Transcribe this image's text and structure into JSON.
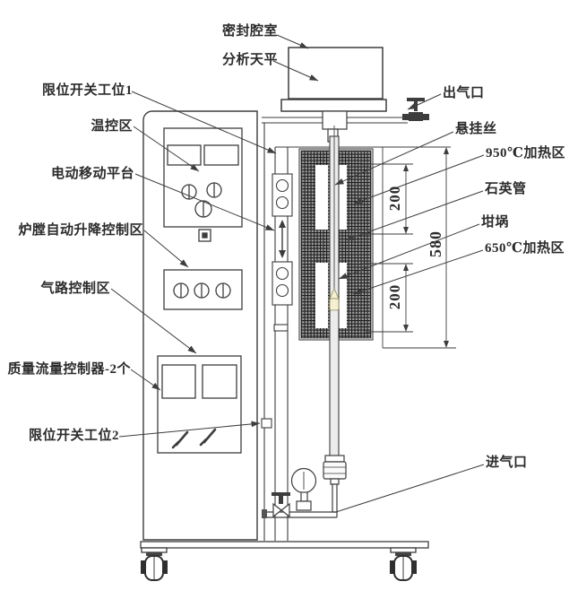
{
  "diagram": {
    "labels": {
      "sealed_chamber": "密封腔室",
      "analytical_balance": "分析天平",
      "limit_switch_station_1": "限位开关工位1",
      "temp_control_zone": "温控区",
      "motor_moving_platform": "电动移动平台",
      "furnace_auto_lift_control_zone": "炉膛自动升降控制区",
      "gas_path_control_zone": "气路控制区",
      "mass_flow_controllers": "质量流量控制器-2个",
      "limit_switch_station_2": "限位开关工位2",
      "gas_outlet": "出气口",
      "suspension_wire": "悬挂丝",
      "heating_zone_950": "950℃加热区",
      "quartz_tube": "石英管",
      "crucible": "坩埚",
      "heating_zone_650": "650℃加热区",
      "gas_inlet": "进气口"
    },
    "dimensions": {
      "upper_zone_mm": "200",
      "total_mm": "580",
      "lower_zone_mm": "200"
    },
    "colors": {
      "line": "#3d3d3d",
      "text": "#2b2b2b",
      "hatch_line": "#1f1f1f",
      "hatch_fill": "#9a9a9a",
      "crucible_fill": "#f5f0d0",
      "background": "#ffffff"
    }
  }
}
